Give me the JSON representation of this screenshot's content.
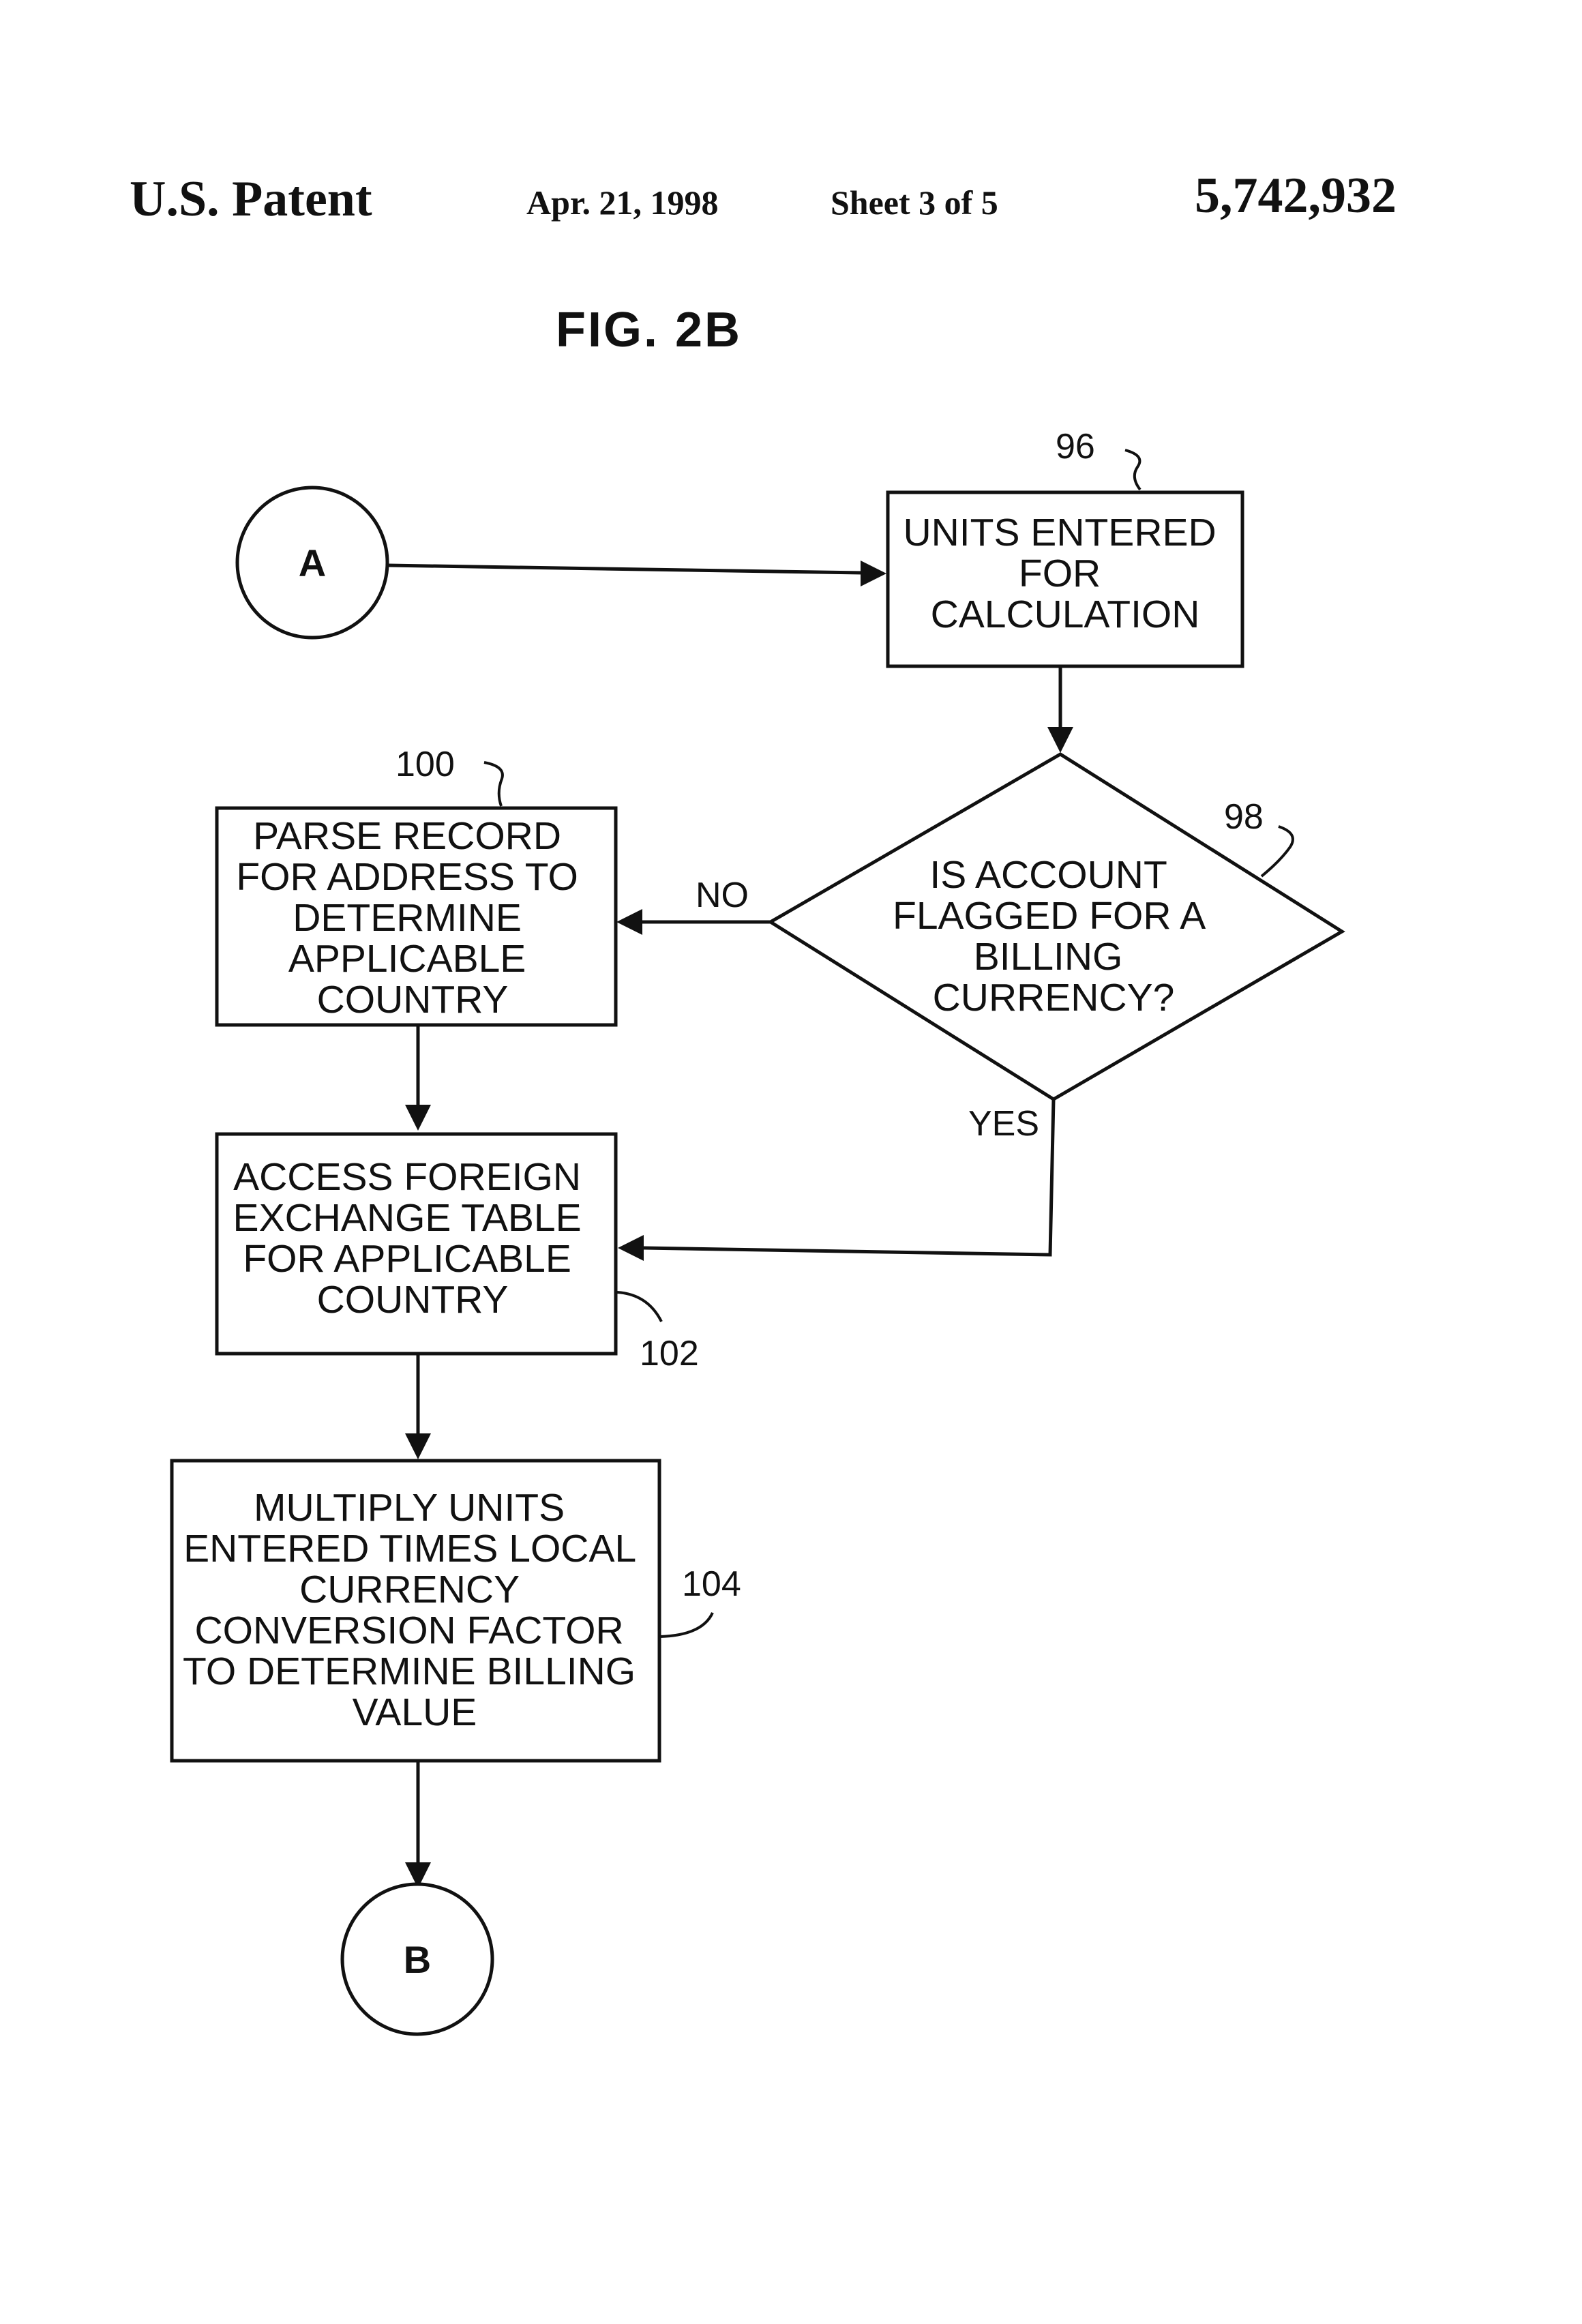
{
  "header": {
    "left": "U.S. Patent",
    "date": "Apr. 21, 1998",
    "sheet": "Sheet 3 of 5",
    "patent_number": "5,742,932"
  },
  "figure_title": "FIG. 2B",
  "connectors": {
    "start": "A",
    "end": "B"
  },
  "steps": {
    "units_entered": {
      "ref": "96",
      "lines": [
        "UNITS ENTERED",
        "FOR",
        "CALCULATION"
      ]
    },
    "decision": {
      "ref": "98",
      "lines": [
        "IS ACCOUNT",
        "FLAGGED FOR A",
        "BILLING",
        "CURRENCY?"
      ],
      "no_label": "NO",
      "yes_label": "YES"
    },
    "parse_record": {
      "ref": "100",
      "lines": [
        "PARSE RECORD",
        "FOR ADDRESS TO",
        "DETERMINE",
        "APPLICABLE",
        "COUNTRY"
      ]
    },
    "access_table": {
      "ref": "102",
      "lines": [
        "ACCESS FOREIGN",
        "EXCHANGE TABLE",
        "FOR APPLICABLE",
        "COUNTRY"
      ]
    },
    "multiply": {
      "ref": "104",
      "lines": [
        "MULTIPLY UNITS",
        "ENTERED TIMES LOCAL",
        "CURRENCY",
        "CONVERSION FACTOR",
        "TO DETERMINE BILLING",
        "VALUE"
      ]
    }
  }
}
